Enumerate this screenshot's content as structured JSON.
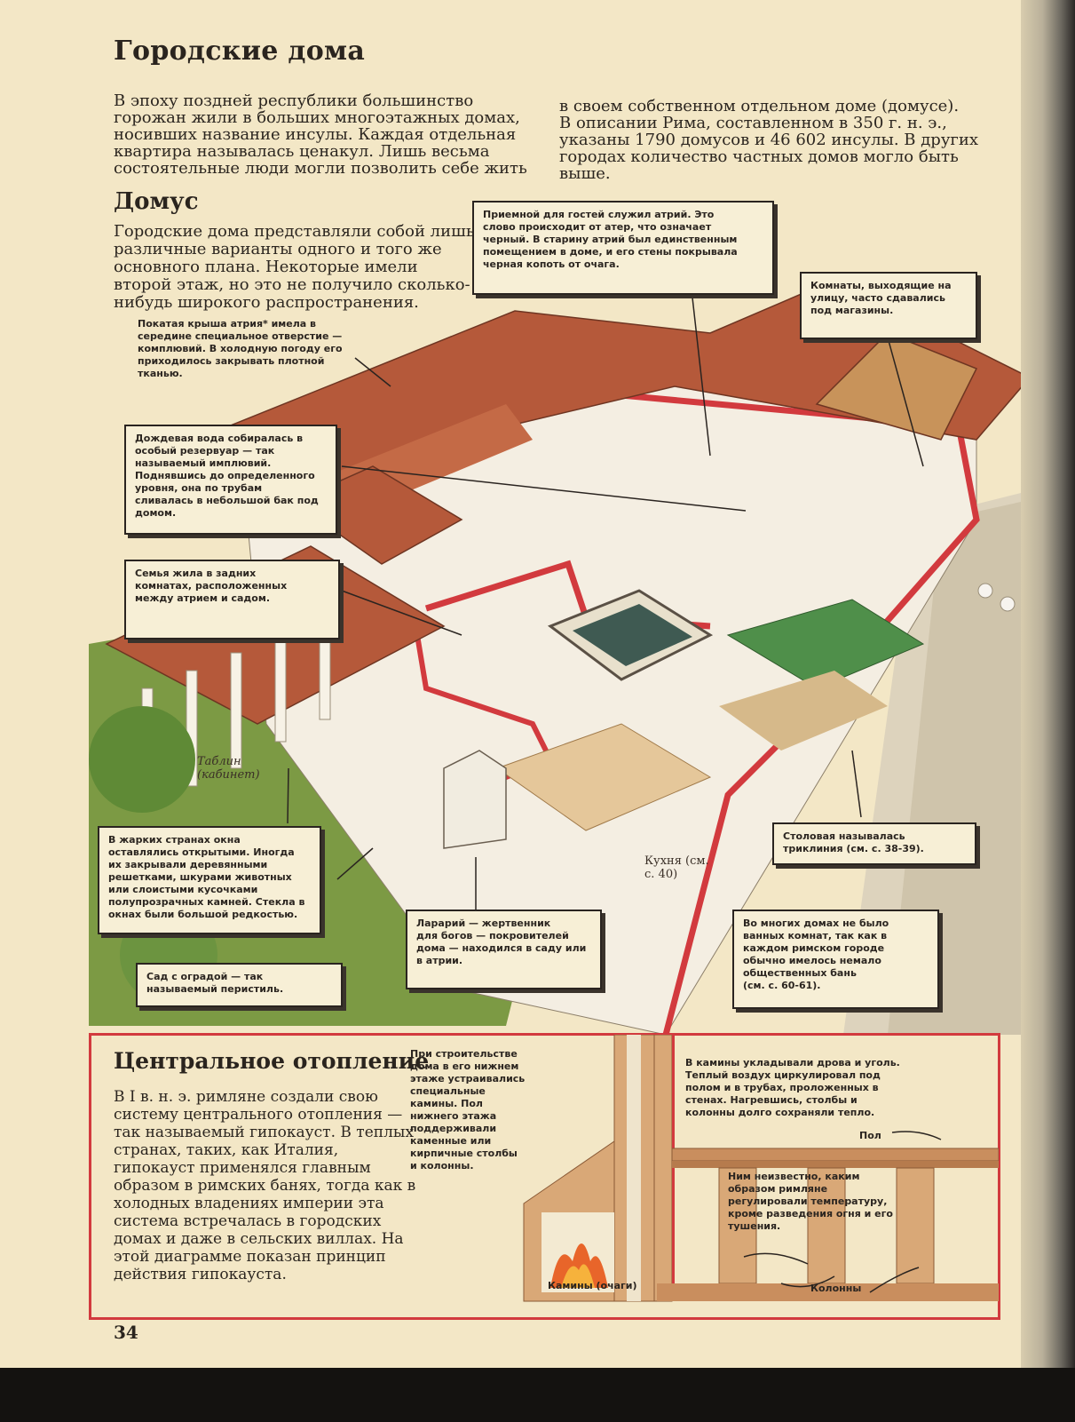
{
  "title": "Городские дома",
  "intro": {
    "col1": [
      "В эпоху поздней республики большинство",
      "горожан жили в больших многоэтажных домах,",
      "носивших название инсулы. Каждая отдельная",
      "квартира называлась ценакул. Лишь весьма",
      "состоятельные люди могли позволить себе жить"
    ],
    "col2": [
      "в своем собственном отдельном доме (домусе).",
      "В описании Рима, составленном в 350 г. н. э.,",
      "указаны 1790 домусов и 46 602 инсулы. В других",
      "городах количество частных домов могло быть",
      "выше."
    ]
  },
  "domus": {
    "heading": "Домус",
    "lines": [
      "Городские дома представляли собой лишь",
      "различные варианты одного и того же",
      "основного плана. Некоторые имели",
      "второй этаж, но это не получило сколько-",
      "нибудь широкого распространения."
    ]
  },
  "captions": {
    "roof": [
      "Покатая крыша атрия* имела в",
      "середине специальное отверстие —",
      "комплювий. В холодную погоду его",
      "приходилось закрывать плотной",
      "тканью."
    ],
    "atrium": [
      "Приемной для гостей служил атрий. Это",
      "слово происходит от атер, что означает",
      "черный. В старину атрий был единственным",
      "помещением в доме, и его стены покрывала",
      "черная копоть от очага."
    ],
    "shops": [
      "Комнаты, выходящие на",
      "улицу, часто сдавались",
      "под магазины."
    ],
    "rain": [
      "Дождевая вода собиралась в",
      "особый резервуар — так",
      "называемый имплювий.",
      "Поднявшись до определенного",
      "уровня, она по трубам",
      "сливалась в небольшой бак под",
      "домом."
    ],
    "family": [
      "Семья жила в задних",
      "комнатах, расположенных",
      "между атрием и садом."
    ],
    "windows": [
      "В жарких странах окна",
      "оставлялись открытыми. Иногда",
      "их закрывали деревянными",
      "решетками, шкурами животных",
      "или слоистыми кусочками",
      "полупрозрачных камней. Стекла в",
      "окнах были большой редкостью."
    ],
    "garden": [
      "Сад с оградой — так",
      "называемый перистиль."
    ],
    "lararium": [
      "Ларарий — жертвенник",
      "для богов — покровителей",
      "дома — находился в саду или",
      "в атрии."
    ],
    "dining": [
      "Столовая называлась",
      "триклиния (см. с. 38-39)."
    ],
    "baths": [
      "Во многих домах не было",
      "ванных комнат, так как в",
      "каждом римском городе",
      "обычно имелось немало",
      "общественных бань",
      "(см. с. 60-61)."
    ],
    "tablinum": [
      "Таблин",
      "(кабинет)"
    ],
    "kitchen": [
      "Кухня (см.",
      "с. 40)"
    ]
  },
  "heating": {
    "heading": "Центральное отопление",
    "lines": [
      "В I в. н. э. римляне создали свою",
      "систему центрального отопления —",
      "так называемый гипокауст. В теплых",
      "странах, таких, как Италия,",
      "гипокауст применялся главным",
      "образом в римских банях, тогда как в",
      "холодных владениях империи эта",
      "система встречалась в городских",
      "домах и даже в сельских виллах. На",
      "этой диаграмме показан принцип",
      "действия гипокауста."
    ],
    "build_note": [
      "При строительстве",
      "дома в его нижнем",
      "этаже устраивались",
      "специальные",
      "камины. Пол",
      "нижнего этажа",
      "поддерживали",
      "каменные или",
      "кирпичные столбы",
      "и колонны."
    ],
    "fuel_note": [
      "В камины укладывали дрова и уголь.",
      "Теплый воздух циркулировал под",
      "полом и в трубах, проложенных в",
      "стенах. Нагревшись, столбы и",
      "колонны долго сохраняли тепло."
    ],
    "floor_label": "Пол",
    "unknown_note": [
      "Ним неизвестно, каким",
      "образом римляне",
      "регулировали температуру,",
      "кроме разведения огня и его",
      "тушения."
    ],
    "fireplaces_label": "Камины (очаги)",
    "columns_label": "Колонны"
  },
  "page_number": "34",
  "colors": {
    "page": "#f3e7c6",
    "roof": "#b5593a",
    "wall": "#f4eee2",
    "cut": "#d23a3e",
    "grass": "#6f8f3a"
  }
}
